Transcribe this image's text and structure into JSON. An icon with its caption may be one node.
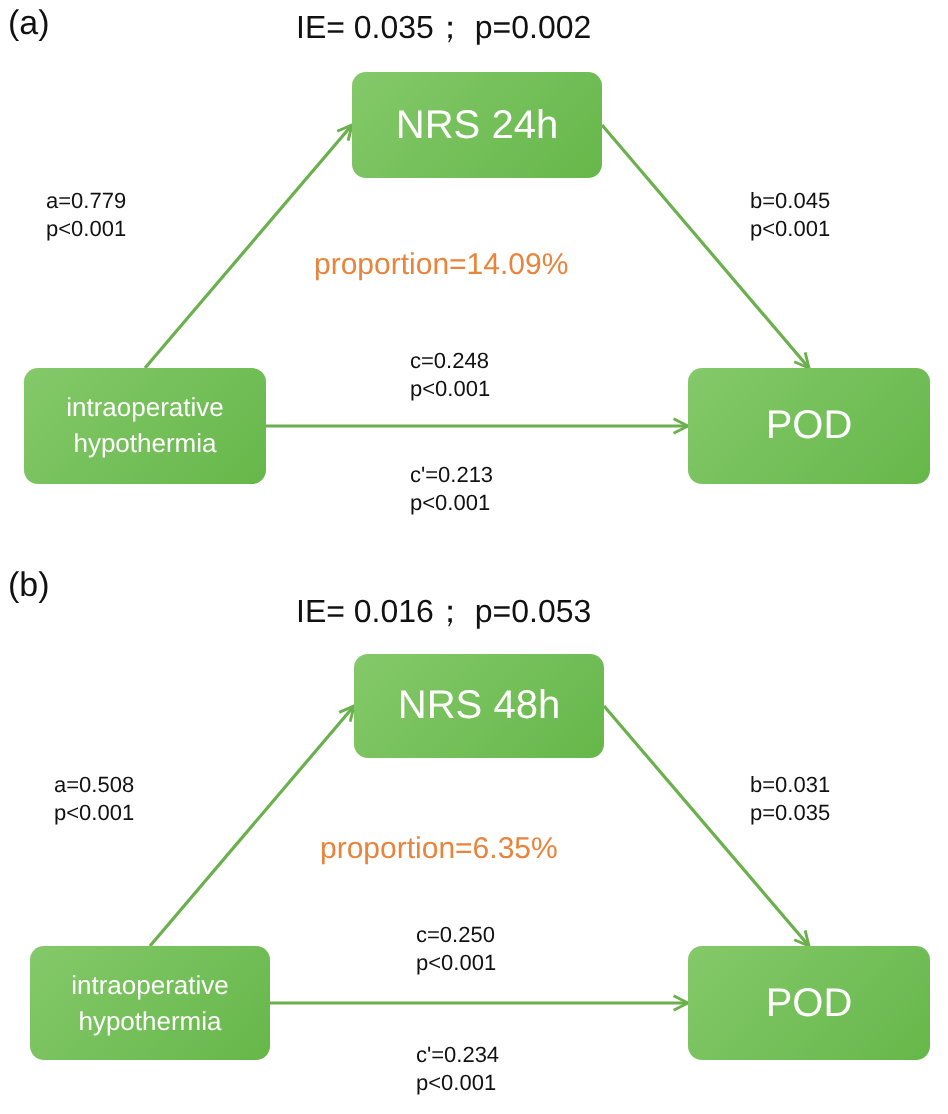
{
  "diagram": {
    "nodes": [
      {
        "text": [
          "NRS 24h"
        ]
      },
      {
        "text": [
          "intraoperative hypothermia"
        ]
      },
      {
        "text": [
          "POD"
        ]
      },
      {
        "text": [
          "NRS 48h"
        ]
      },
      {
        "text": [
          "intraoperative hypothermia"
        ]
      },
      {
        "text": [
          "POD"
        ]
      }
    ],
    "edges": [
      {
        "from": 1,
        "to": 0,
        "arrow": "to",
        "label": "a=0.779 p<0.001"
      },
      {
        "from": 0,
        "to": 2,
        "arrow": "to",
        "label": "b=0.045 p<0.001"
      },
      {
        "from": 1,
        "to": 2,
        "arrow": "to",
        "label": "c=0.248 p<0.001"
      },
      {
        "from": 4,
        "to": 3,
        "arrow": "to",
        "label": "a=0.508 p<0.001"
      },
      {
        "from": 3,
        "to": 5,
        "arrow": "to",
        "label": "b=0.031 p=0.035"
      },
      {
        "from": 4,
        "to": 5,
        "arrow": "to",
        "label": "c=0.250 p<0.001"
      }
    ],
    "labels": [
      "(a)",
      "IE= 0.035； p=0.002",
      "proportion=14.09%",
      "c'=0.213 p<0.001",
      "(b)",
      "IE= 0.016； p=0.053",
      "proportion=6.35%",
      "c'=0.234 p<0.001"
    ]
  }
}
